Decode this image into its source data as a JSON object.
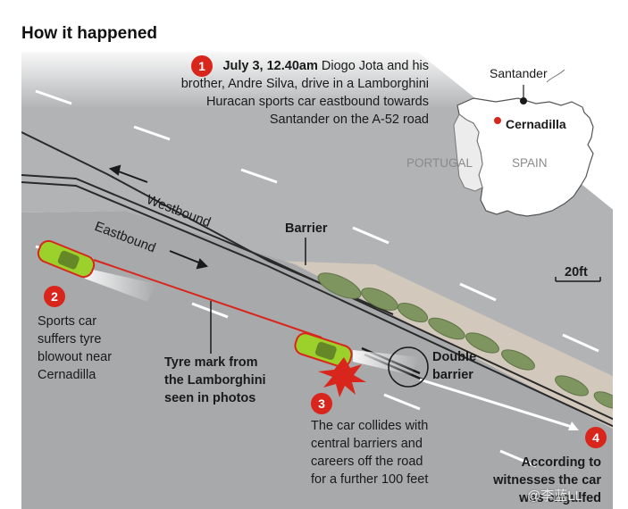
{
  "title": "How it happened",
  "step1": {
    "number": "1",
    "lead": "July 3, 12.40am",
    "text": " Diogo Jota and his brother, Andre Silva, drive in a Lamborghini Huracan sports car eastbound towards Santander on the A-52 road"
  },
  "step2": {
    "number": "2",
    "text": "Sports car suffers tyre blowout near Cernadilla"
  },
  "step3": {
    "number": "3",
    "text": "The car collides with central barriers and careers off the road for a further 100 feet"
  },
  "step4": {
    "number": "4",
    "text": "According to witnesses the car was engulfed"
  },
  "labels": {
    "westbound": "Westbound",
    "eastbound": "Eastbound",
    "barrier": "Barrier",
    "double_barrier": "Double barrier",
    "tyre_mark": "Tyre mark from the Lamborghini seen in photos",
    "scale": "20ft"
  },
  "map": {
    "santander": "Santander",
    "cernadilla": "Cernadilla",
    "portugal": "PORTUGAL",
    "spain": "SPAIN"
  },
  "watermark": "@李蓝LL",
  "colors": {
    "accent": "#d9261c",
    "car": "#9bd12a",
    "road": "#a7a9ab",
    "median": "#d2c8bb",
    "shrub": "#7f9560"
  }
}
